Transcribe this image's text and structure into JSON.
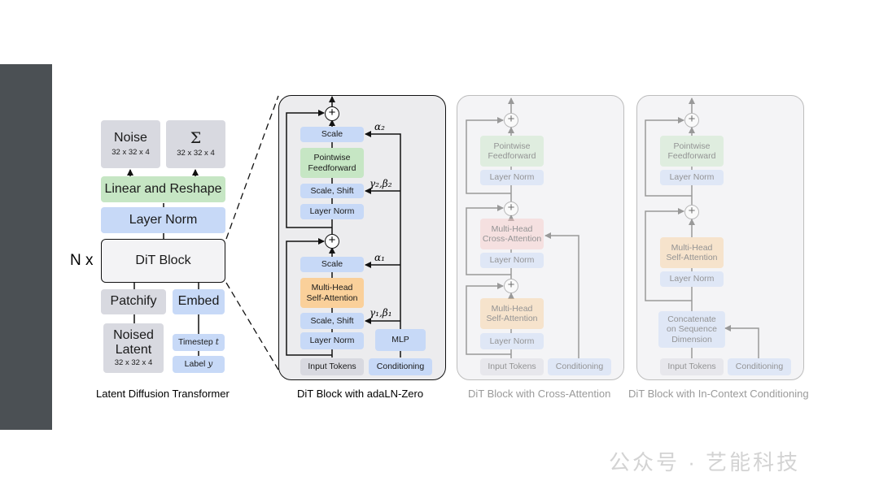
{
  "left": {
    "noise": {
      "title": "Noise",
      "dim": "32 x 32 x 4"
    },
    "sigma": {
      "title": "Σ",
      "dim": "32 x 32 x 4"
    },
    "linear_reshape": "Linear and Reshape",
    "layer_norm": "Layer Norm",
    "repeat": "N x",
    "dit_block": "DiT Block",
    "patchify": "Patchify",
    "embed": "Embed",
    "noised_latent": {
      "title_line1": "Noised",
      "title_line2": "Latent",
      "dim": "32 x 32 x 4"
    },
    "timestep": {
      "text": "Timestep",
      "symbol": "t"
    },
    "label": {
      "text": "Label",
      "symbol": "y"
    },
    "caption": "Latent Diffusion Transformer"
  },
  "adaln": {
    "scale_top": "Scale",
    "pointwise_line1": "Pointwise",
    "pointwise_line2": "Feedforward",
    "scale_shift_top": "Scale, Shift",
    "layer_norm_top": "Layer Norm",
    "scale_bottom": "Scale",
    "mhsa_line1": "Multi-Head",
    "mhsa_line2": "Self-Attention",
    "scale_shift_bottom": "Scale, Shift",
    "layer_norm_bottom": "Layer Norm",
    "mlp": "MLP",
    "input_tokens": "Input Tokens",
    "conditioning": "Conditioning",
    "alpha2": "α₂",
    "gamma2_beta2": "γ₂,β₂",
    "alpha1": "α₁",
    "gamma1_beta1": "γ₁,β₁",
    "plus": "+",
    "caption": "DiT Block with adaLN-Zero"
  },
  "cross": {
    "pointwise_line1": "Pointwise",
    "pointwise_line2": "Feedforward",
    "layer_norm_1": "Layer Norm",
    "mhca_line1": "Multi-Head",
    "mhca_line2": "Cross-Attention",
    "layer_norm_2": "Layer Norm",
    "mhsa_line1": "Multi-Head",
    "mhsa_line2": "Self-Attention",
    "layer_norm_3": "Layer Norm",
    "input_tokens": "Input Tokens",
    "conditioning": "Conditioning",
    "plus": "+",
    "caption": "DiT Block with Cross-Attention"
  },
  "incontext": {
    "pointwise_line1": "Pointwise",
    "pointwise_line2": "Feedforward",
    "layer_norm_1": "Layer Norm",
    "mhsa_line1": "Multi-Head",
    "mhsa_line2": "Self-Attention",
    "layer_norm_2": "Layer Norm",
    "concat_line1": "Concatenate",
    "concat_line2": "on Sequence",
    "concat_line3": "Dimension",
    "input_tokens": "Input Tokens",
    "conditioning": "Conditioning",
    "plus": "+",
    "caption": "DiT Block with In-Context Conditioning"
  },
  "watermark": "公众号 · 艺能科技",
  "colors": {
    "blue": "#c7d9f7",
    "green": "#c6e6c4",
    "gray": "#d8d9e0",
    "orange": "#fad09a",
    "pink": "#f7c9c7",
    "sidebar": "#4b5054"
  }
}
